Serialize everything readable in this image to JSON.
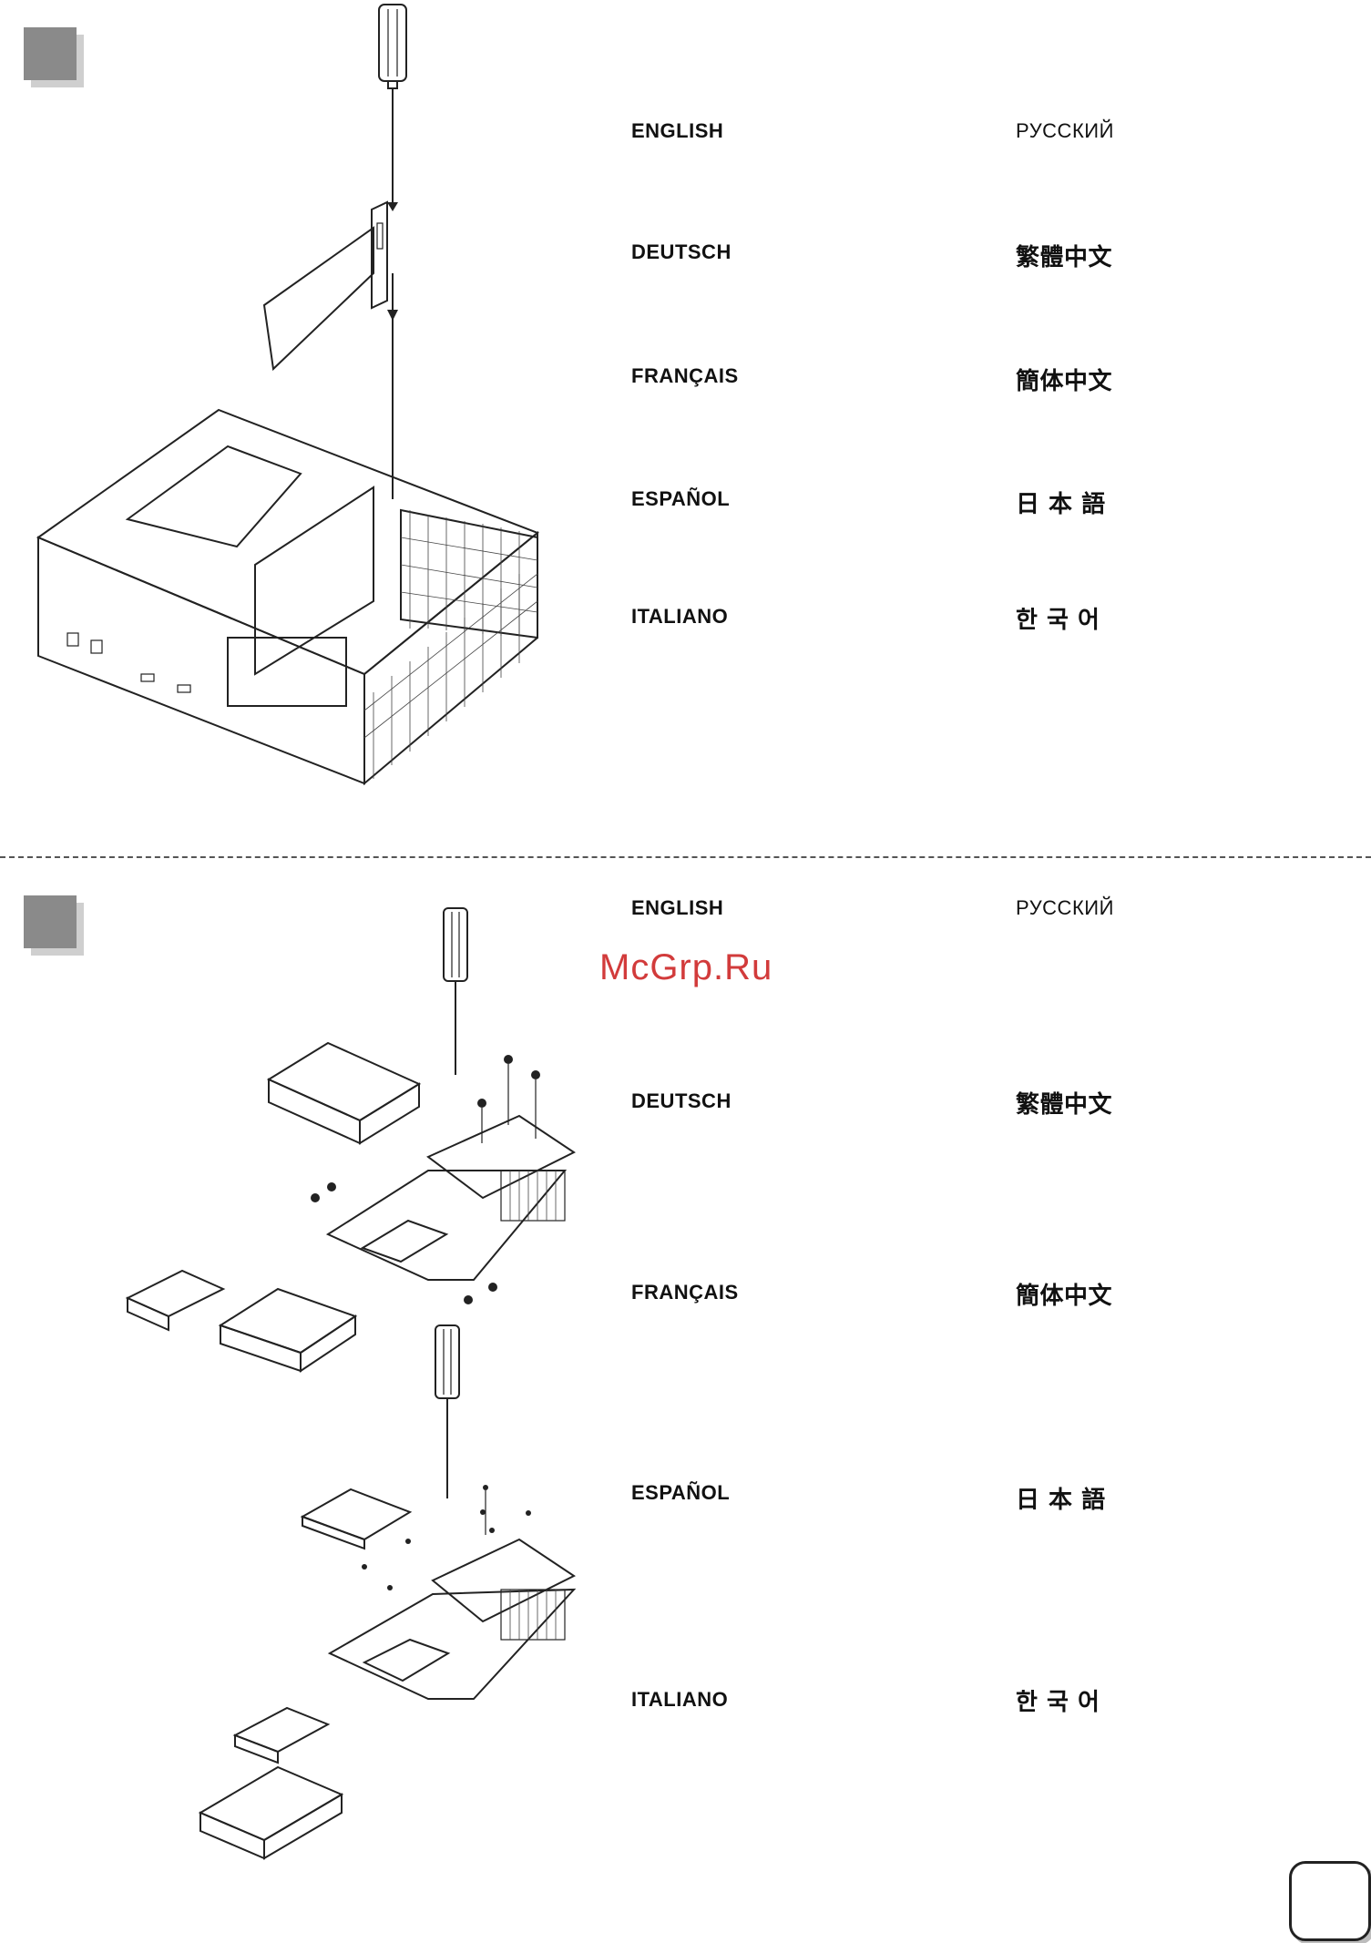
{
  "step1": {
    "languages_left": [
      "ENGLISH",
      "DEUTSCH",
      "FRANÇAIS",
      "ESPAÑOL",
      "ITALIANO"
    ],
    "languages_right": [
      "РУССКИЙ",
      "繁體中文",
      "簡体中文",
      "日 本 語",
      "한 국 어"
    ]
  },
  "step2": {
    "languages_left": [
      "ENGLISH",
      "DEUTSCH",
      "FRANÇAIS",
      "ESPAÑOL",
      "ITALIANO"
    ],
    "languages_right": [
      "РУССКИЙ",
      "繁體中文",
      "簡体中文",
      "日 本 語",
      "한 국 어"
    ]
  },
  "watermark": "McGrp.Ru",
  "colors": {
    "step_box": "#8a8a8a",
    "watermark": "#d23b3b"
  },
  "icons": [
    "screwdriver-icon",
    "expansion-card-icon",
    "case-chassis-icon",
    "drive-cage-icon",
    "hard-drive-icon",
    "screw-icon"
  ]
}
